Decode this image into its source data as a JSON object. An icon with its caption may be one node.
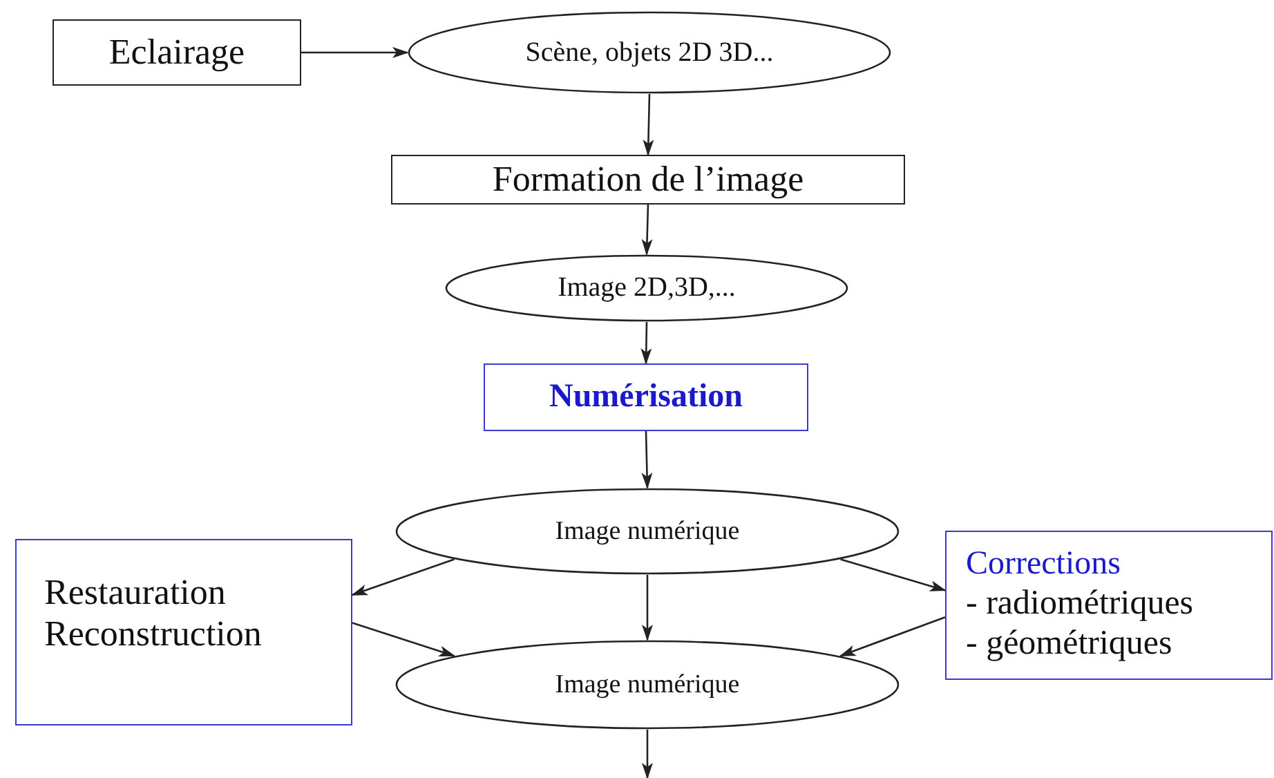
{
  "diagram": {
    "nodes": [
      {
        "text": [
          "Eclairage"
        ]
      },
      {
        "text": [
          "Scène, objets 2D 3D..."
        ]
      },
      {
        "text": [
          "Formation de l’image"
        ]
      },
      {
        "text": [
          "Image 2D,3D,..."
        ]
      },
      {
        "text": [
          "Numérisation"
        ]
      },
      {
        "text": [
          "Image numérique"
        ]
      },
      {
        "text": [
          "Restauration",
          "Reconstruction"
        ]
      },
      {
        "text": [
          "Corrections",
          "- radiométriques",
          "- géométriques"
        ]
      },
      {
        "text": [
          "Image numérique"
        ]
      }
    ],
    "edges": [
      {
        "from": 0,
        "to": 1,
        "arrow": "to"
      },
      {
        "from": 1,
        "to": 2,
        "arrow": "to"
      },
      {
        "from": 2,
        "to": 3,
        "arrow": "to"
      },
      {
        "from": 3,
        "to": 4,
        "arrow": "to"
      },
      {
        "from": 4,
        "to": 5,
        "arrow": "to"
      },
      {
        "from": 5,
        "to": 6,
        "arrow": "to"
      },
      {
        "from": 5,
        "to": 8,
        "arrow": "to"
      },
      {
        "from": 5,
        "to": 7,
        "arrow": "to"
      },
      {
        "from": 6,
        "to": 8,
        "arrow": "to"
      },
      {
        "from": 7,
        "to": 8,
        "arrow": "to"
      },
      {
        "from": 8,
        "to": null,
        "arrow": "to"
      }
    ]
  }
}
